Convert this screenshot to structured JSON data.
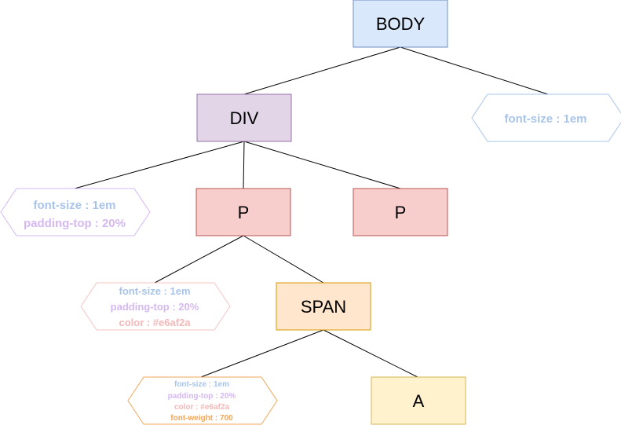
{
  "colors": {
    "font_size": "#a9c4eb",
    "padding_top": "#d5b8f2",
    "color_prop": "#f4b8b8",
    "font_weight": "#f2a65a"
  },
  "nodes": {
    "body": "BODY",
    "div": "DIV",
    "p1": "P",
    "p2": "P",
    "span": "SPAN",
    "a": "A"
  },
  "annotations": {
    "body": {
      "font_size": "font-size : 1em"
    },
    "div": {
      "font_size": "font-size : 1em",
      "padding_top": "padding-top : 20%"
    },
    "p": {
      "font_size": "font-size : 1em",
      "padding_top": "padding-top : 20%",
      "color": "color : #e6af2a"
    },
    "span": {
      "font_size": "font-size : 1em",
      "padding_top": "padding-top : 20%",
      "color": "color : #e6af2a",
      "font_weight": "font-weight : 700"
    }
  }
}
